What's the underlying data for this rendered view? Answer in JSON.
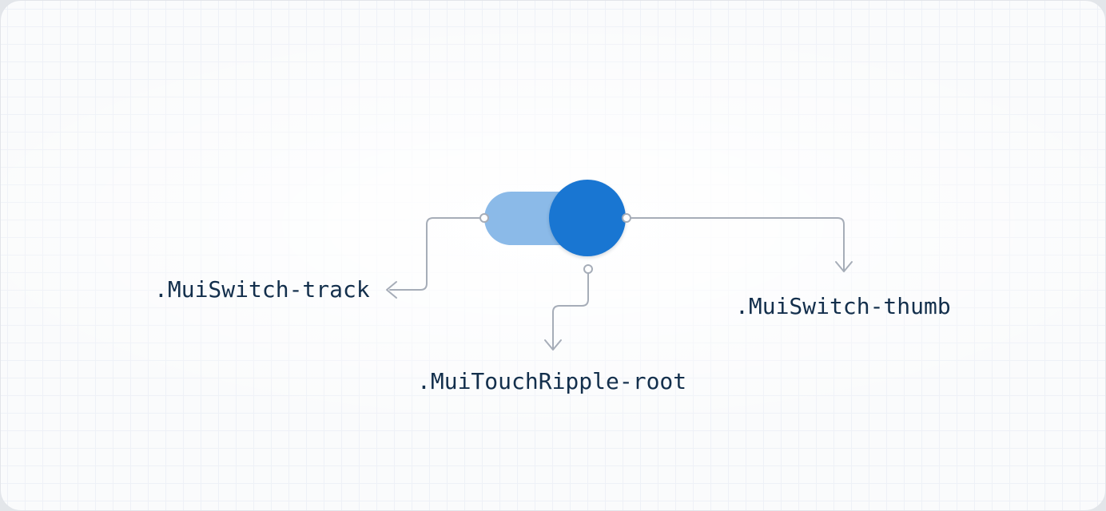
{
  "labels": {
    "track": ".MuiSwitch-track",
    "thumb": ".MuiSwitch-thumb",
    "touch_ripple": ".MuiTouchRipple-root"
  },
  "icons": {
    "arrow_left": "chevron pointing left at end of connector",
    "arrow_down": "chevron pointing down at end of connector",
    "anchor_dot": "small white circle with gray ring marking attachment point"
  },
  "colors": {
    "page_bg": "#e3e6ea",
    "canvas_bg": "#fafbfc",
    "grid_line": "#eef1f7",
    "canvas_border": "#e2e5ea",
    "track_fill": "#8bbae8",
    "thumb_fill": "#1976d2",
    "connector": "#a6adb8",
    "label_text": "#132f4c"
  }
}
